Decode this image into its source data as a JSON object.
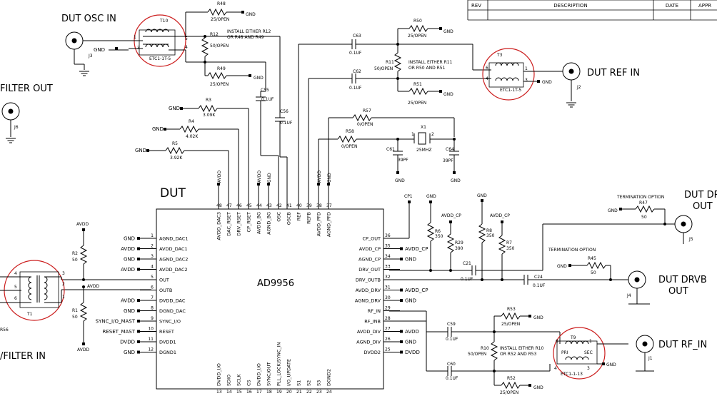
{
  "title_block": {
    "rev": "REV",
    "description": "DESCRIPTION",
    "date": "DATE",
    "approved": "APPR"
  },
  "labels": {
    "dut_osc_in": "DUT OSC IN",
    "filter_out": "FILTER OUT",
    "dut_ref_in": "DUT REF IN",
    "dut_drv_out_1": "DUT DR",
    "dut_drv_out_2": "OUT",
    "dut_drvb_out_1": "DUT DRVB",
    "dut_drvb_out_2": "OUT",
    "dut_rf_in": "DUT RF_IN",
    "filter_in": "/FILTER IN",
    "dut": "DUT",
    "chip": "AD9956",
    "termination_1": "TERMINATION OPTION",
    "termination_2": "TERMINATION OPTION",
    "install_1a": "INSTALL EITHER R12",
    "install_1b": "OR R48 AND R49",
    "install_2a": "INSTALL EITHER R11",
    "install_2b": "OR R50 AND R51",
    "install_3a": "INSTALL EITHER R10",
    "install_3b": "OR R52 AND R53",
    "r56": "R56"
  },
  "connectors": {
    "j3": "J3",
    "j6": "J6",
    "j2": "J2",
    "j5": "J5",
    "j4": "J4",
    "j1": "J1"
  },
  "transformers": {
    "t10": "T10",
    "t10_part": "ETC1-1T-5",
    "t3": "T3",
    "t3_part": "ETC1-1T-5",
    "t1": "T1",
    "t9": "T9",
    "t9_part": "ETC1-1-13",
    "pri": "PRI",
    "sec": "SEC"
  },
  "nets": {
    "gnd": "GND",
    "avdd": "AVDD",
    "avdd_cp": "AVDD_CP",
    "dvdd": "DVDD",
    "sync_io_mast": "SYNC_I/O_MAST",
    "reset_mast": "RESET_MAST",
    "cp1": "CP1"
  },
  "resistors": {
    "r48": "R48",
    "r48_v": "25/OPEN",
    "r12": "R12",
    "r12_v": "50/OPEN",
    "r49": "R49",
    "r49_v": "25/OPEN",
    "r3": "R3",
    "r3_v": "3.09K",
    "r4": "R4",
    "r4_v": "4.02K",
    "r5": "R5",
    "r5_v": "3.92K",
    "r50": "R50",
    "r50_v": "25/OPEN",
    "r11": "R11",
    "r11_v": "50/OPEN",
    "r51": "R51",
    "r51_v": "25/OPEN",
    "r57": "R57",
    "r57_v": "0/OPEN",
    "r58": "R58",
    "r58_v": "0/OPEN",
    "r2": "R2",
    "r2_v": "50",
    "r1": "R1",
    "r1_v": "50",
    "r6": "R6",
    "r6_v": "350",
    "r29": "R29",
    "r29_v": "390",
    "r8": "R8",
    "r8_v": "350",
    "r7": "R7",
    "r7_v": "350",
    "r47": "R47",
    "r47_v": "50",
    "r45": "R45",
    "r45_v": "50",
    "r53": "R53",
    "r53_v": "25/OPEN",
    "r10": "R10",
    "r10_v": "50/OPEN",
    "r52": "R52",
    "r52_v": "25/OPEN"
  },
  "capacitors": {
    "c55": "C55",
    "c55_v": "0.1UF",
    "c56": "C56",
    "c56_v": "0.1UF",
    "c63": "C63",
    "c63_v": "0.1UF",
    "c62": "C62",
    "c62_v": "0.1UF",
    "c61": "C61",
    "c61_v": "39PF",
    "c64": "C64",
    "c64_v": "39PF",
    "c21": "C21",
    "c21_v": "0.1UF",
    "c24": "C24",
    "c24_v": "0.1UF",
    "c59": "C59",
    "c59_v": "0.1UF",
    "c60": "C60",
    "c60_v": "0.1UF",
    "x1": "X1",
    "x1_v": "25MHZ"
  },
  "chip_left_pins": [
    {
      "num": "1",
      "name": "AGND_DAC1",
      "net": "GND"
    },
    {
      "num": "2",
      "name": "AVDD_DAC1",
      "net": "AVDD"
    },
    {
      "num": "3",
      "name": "AGND_DAC2",
      "net": "GND"
    },
    {
      "num": "4",
      "name": "AVDD_DAC2",
      "net": "AVDD"
    },
    {
      "num": "5",
      "name": "OUT",
      "net": ""
    },
    {
      "num": "6",
      "name": "OUTB",
      "net": ""
    },
    {
      "num": "7",
      "name": "DVDD_DAC",
      "net": "AVDD"
    },
    {
      "num": "8",
      "name": "DGND_DAC",
      "net": "GND"
    },
    {
      "num": "9",
      "name": "SYNC_I/O",
      "net": "SYNC_I/O_MAST"
    },
    {
      "num": "10",
      "name": "RESET",
      "net": "RESET_MAST"
    },
    {
      "num": "11",
      "name": "DVDD1",
      "net": "DVDD"
    },
    {
      "num": "12",
      "name": "DGND1",
      "net": "GND"
    }
  ],
  "chip_right_pins": [
    {
      "num": "36",
      "name": "CP_OUT",
      "net": ""
    },
    {
      "num": "35",
      "name": "AVDD_CP",
      "net": "AVDD_CP"
    },
    {
      "num": "34",
      "name": "AGND_CP",
      "net": "GND"
    },
    {
      "num": "33",
      "name": "DRV_OUT",
      "net": ""
    },
    {
      "num": "32",
      "name": "DRV_OUTB",
      "net": ""
    },
    {
      "num": "31",
      "name": "AVDD_DRV",
      "net": "AVDD_CP"
    },
    {
      "num": "30",
      "name": "AGND_DRV",
      "net": "GND"
    },
    {
      "num": "29",
      "name": "RF_IN",
      "net": ""
    },
    {
      "num": "28",
      "name": "RF_INB",
      "net": ""
    },
    {
      "num": "27",
      "name": "AVDD_DIV",
      "net": "AVDD"
    },
    {
      "num": "26",
      "name": "AGND_DIV",
      "net": "GND"
    },
    {
      "num": "25",
      "name": "DVDD2",
      "net": "DVDD"
    }
  ],
  "chip_top_pins": [
    {
      "num": "48",
      "name": "AVDD_DAC3"
    },
    {
      "num": "47",
      "name": "DAC_RSET"
    },
    {
      "num": "46",
      "name": "DRV_RSET"
    },
    {
      "num": "45",
      "name": "CP_RSET"
    },
    {
      "num": "44",
      "name": "AVDD_BG"
    },
    {
      "num": "43",
      "name": "AGND_BG"
    },
    {
      "num": "42",
      "name": "OSC"
    },
    {
      "num": "41",
      "name": "OSCB"
    },
    {
      "num": "40",
      "name": "REF"
    },
    {
      "num": "39",
      "name": "REFB"
    },
    {
      "num": "38",
      "name": "AVDD_PFD"
    },
    {
      "num": "37",
      "name": "AGND_PFD"
    }
  ],
  "chip_bottom_pins": [
    {
      "num": "13",
      "name": "DVDD_I/O"
    },
    {
      "num": "14",
      "name": "SDIO"
    },
    {
      "num": "15",
      "name": "SCLK"
    },
    {
      "num": "16",
      "name": "CS"
    },
    {
      "num": "17",
      "name": "DVDD_I/O"
    },
    {
      "num": "18",
      "name": "SYNC/OUT"
    },
    {
      "num": "19",
      "name": "PLL_LOCK/SYNC_IN"
    },
    {
      "num": "20",
      "name": "I/O_UPDATE"
    },
    {
      "num": "21",
      "name": "S1"
    },
    {
      "num": "22",
      "name": "S2"
    },
    {
      "num": "23",
      "name": "S3"
    },
    {
      "num": "24",
      "name": "DGND2"
    }
  ]
}
